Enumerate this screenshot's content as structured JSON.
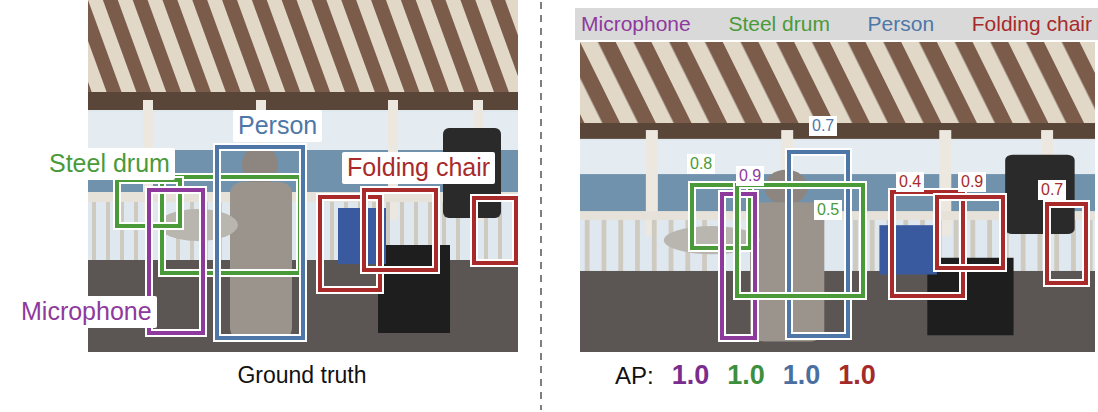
{
  "diagram": {
    "nodes": [
      {
        "text": [
          "Steel drum"
        ]
      },
      {
        "text": [
          "Person"
        ]
      },
      {
        "text": [
          "Folding chair"
        ]
      },
      {
        "text": [
          "Microphone"
        ]
      },
      {
        "text": [
          "0.7"
        ]
      },
      {
        "text": [
          "0.8"
        ]
      },
      {
        "text": [
          "0.9"
        ]
      },
      {
        "text": [
          "0.5"
        ]
      },
      {
        "text": [
          "0.4"
        ]
      },
      {
        "text": [
          "0.9"
        ]
      },
      {
        "text": [
          "0.7"
        ]
      }
    ],
    "labels": [
      "Microphone",
      "Steel drum",
      "Person",
      "Folding chair",
      "Ground truth",
      "AP:",
      "1.0",
      "1.0",
      "1.0",
      "1.0"
    ]
  }
}
